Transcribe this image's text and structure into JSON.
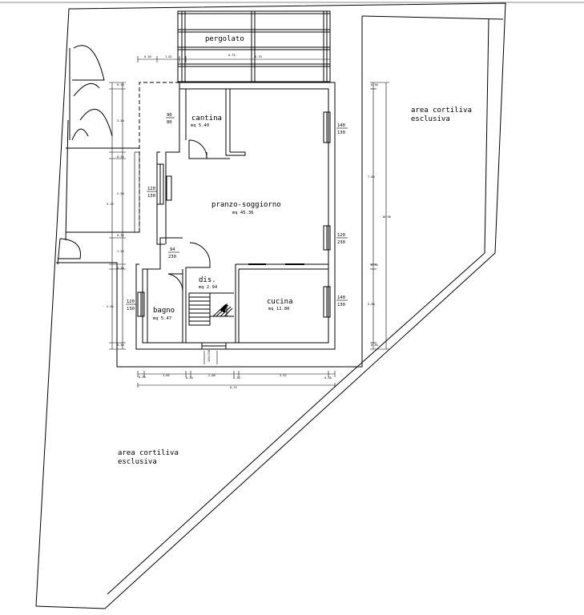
{
  "rooms": {
    "pergolato": {
      "label": "pergolato"
    },
    "cantina": {
      "label": "cantina",
      "area": "mq 5.40"
    },
    "pranzo": {
      "label": "pranzo-soggiorno",
      "area": "mq 45.36"
    },
    "dis": {
      "label": "dis.",
      "area": "mq 2.94"
    },
    "bagno": {
      "label": "bagno",
      "area": "mq 5.47"
    },
    "cucina": {
      "label": "cucina",
      "area": "mq 12.80"
    }
  },
  "yard": {
    "right": {
      "line1": "area cortiliva",
      "line2": "esclusiva"
    },
    "left": {
      "line1": "area cortiliva",
      "line2": "esclusiva"
    }
  },
  "windows": {
    "cantina_door": {
      "w": "90",
      "h": "80"
    },
    "left_wall": {
      "w": "120",
      "h": "130"
    },
    "interior_door": {
      "w": "94",
      "h": "230"
    },
    "bagno": {
      "w": "120",
      "h": "130"
    },
    "right_top": {
      "w": "140",
      "h": "130"
    },
    "right_mid": {
      "w": "120",
      "h": "230"
    },
    "cucina": {
      "w": "140",
      "h": "130"
    }
  },
  "entry_door": "120/230",
  "dims": {
    "top": [
      "0.30",
      "1.02",
      "0.75",
      "6.70"
    ],
    "bottom": [
      "0.30",
      "1.85",
      "0.30",
      "2.00",
      "0.30",
      "3.52",
      "0.30"
    ],
    "bottom_total": "8.75",
    "left": [
      "0.30",
      "3.50",
      "0.25",
      "2.50",
      "5.16",
      "0.30",
      "1.25",
      "0.30",
      "2.50",
      "0.30"
    ],
    "right": [
      "0.30",
      "7.00",
      "10.90",
      "0.30",
      "3.50",
      "0.30"
    ]
  }
}
